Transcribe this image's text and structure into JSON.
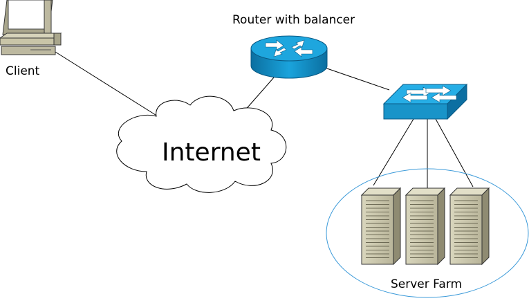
{
  "labels": {
    "client": "Client",
    "router": "Router with balancer",
    "internet": "Internet",
    "server_farm": "Server Farm"
  },
  "colors": {
    "network_blue": "#1aa3dc",
    "device_beige": "#c9c5a8",
    "farm_outline": "#3b9ad9"
  },
  "icons": [
    "computer-icon",
    "router-icon",
    "switch-icon",
    "cloud-icon",
    "server-icon"
  ]
}
